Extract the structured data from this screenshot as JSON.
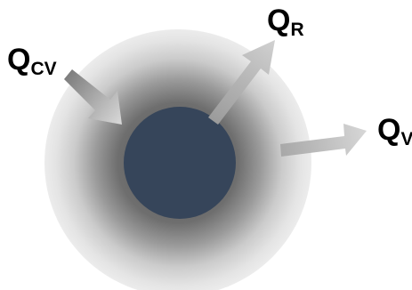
{
  "labels": {
    "q_cv": {
      "main": "Q",
      "sub": "CV"
    },
    "q_r": {
      "main": "Q",
      "sub": "R"
    },
    "q_v": {
      "main": "Q",
      "sub": "V"
    }
  },
  "colors": {
    "core": "#36455a",
    "halo_inner": "#6e6e6e",
    "halo_outer": "#e6e6e6",
    "arrow_dark": "#8a8a8a",
    "arrow_light": "#d2d2d2",
    "text": "#000000",
    "background": "#ffffff"
  }
}
